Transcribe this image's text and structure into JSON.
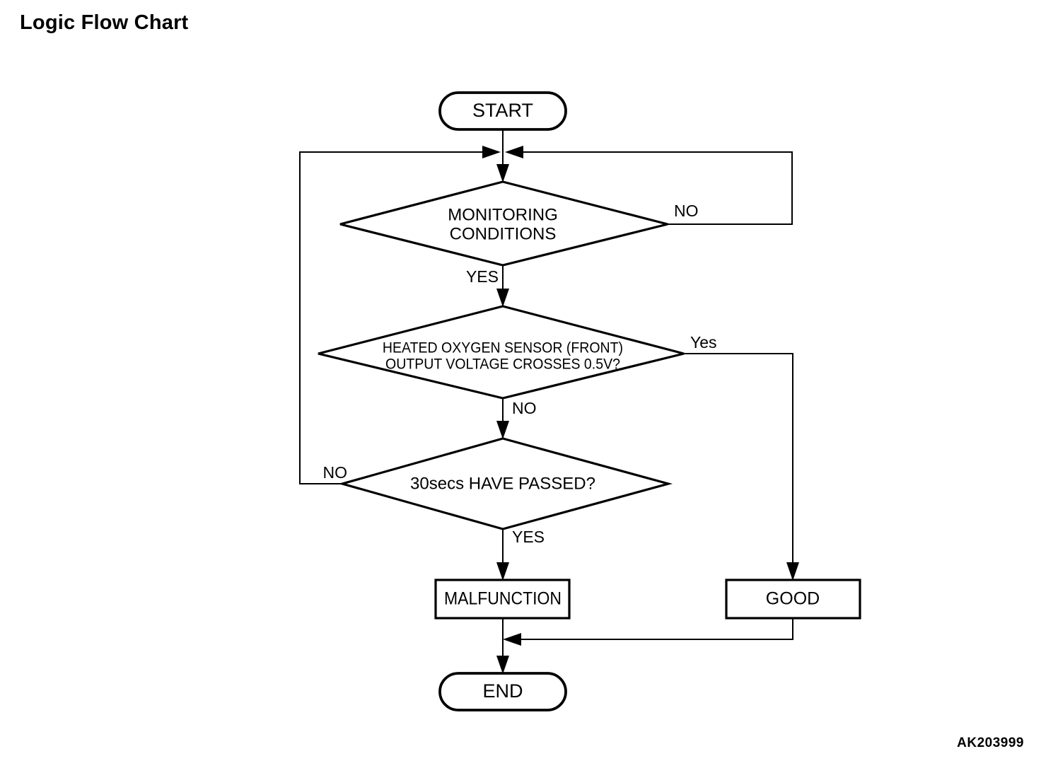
{
  "page": {
    "title": "Logic Flow Chart",
    "watermark": "AK203999",
    "background_color": "#ffffff",
    "line_color": "#000000"
  },
  "chart_data": {
    "type": "diagram",
    "diagram_kind": "flowchart",
    "title": "Logic Flow Chart",
    "nodes": [
      {
        "id": "start",
        "shape": "terminator",
        "label": "START"
      },
      {
        "id": "monitoring",
        "shape": "decision",
        "label": "MONITORING CONDITIONS",
        "line1": "MONITORING",
        "line2": "CONDITIONS"
      },
      {
        "id": "o2sensor",
        "shape": "decision",
        "label": "HEATED OXYGEN SENSOR (FRONT) OUTPUT VOLTAGE CROSSES 0.5V?",
        "line1": "HEATED OXYGEN SENSOR (FRONT)",
        "line2": "OUTPUT VOLTAGE CROSSES 0.5V?"
      },
      {
        "id": "timer",
        "shape": "decision",
        "label": "30secs HAVE PASSED?",
        "line1": "30secs HAVE PASSED?",
        "line2": ""
      },
      {
        "id": "malfunction",
        "shape": "process",
        "label": "MALFUNCTION"
      },
      {
        "id": "good",
        "shape": "process",
        "label": "GOOD"
      },
      {
        "id": "end",
        "shape": "terminator",
        "label": "END"
      }
    ],
    "edges": [
      {
        "from": "start",
        "to": "monitoring",
        "label": ""
      },
      {
        "from": "monitoring",
        "to": "o2sensor",
        "label": "YES"
      },
      {
        "from": "monitoring",
        "to": "monitoring",
        "label": "NO",
        "note": "loops back to junction above MONITORING CONDITIONS via right side"
      },
      {
        "from": "o2sensor",
        "to": "timer",
        "label": "NO"
      },
      {
        "from": "o2sensor",
        "to": "good",
        "label": "Yes"
      },
      {
        "from": "timer",
        "to": "malfunction",
        "label": "YES"
      },
      {
        "from": "timer",
        "to": "monitoring",
        "label": "NO",
        "note": "loops back to junction above MONITORING CONDITIONS via left side"
      },
      {
        "from": "malfunction",
        "to": "end",
        "label": ""
      },
      {
        "from": "good",
        "to": "end",
        "label": ""
      }
    ]
  },
  "labels": {
    "start": "START",
    "end": "END",
    "monitoring_line1": "MONITORING",
    "monitoring_line2": "CONDITIONS",
    "monitoring_no": "NO",
    "monitoring_yes": "YES",
    "o2_line1": "HEATED OXYGEN SENSOR (FRONT)",
    "o2_line2": "OUTPUT VOLTAGE CROSSES 0.5V?",
    "o2_yes": "Yes",
    "o2_no": "NO",
    "timer_text": "30secs HAVE PASSED?",
    "timer_no": "NO",
    "timer_yes": "YES",
    "malfunction": "MALFUNCTION",
    "good": "GOOD"
  }
}
